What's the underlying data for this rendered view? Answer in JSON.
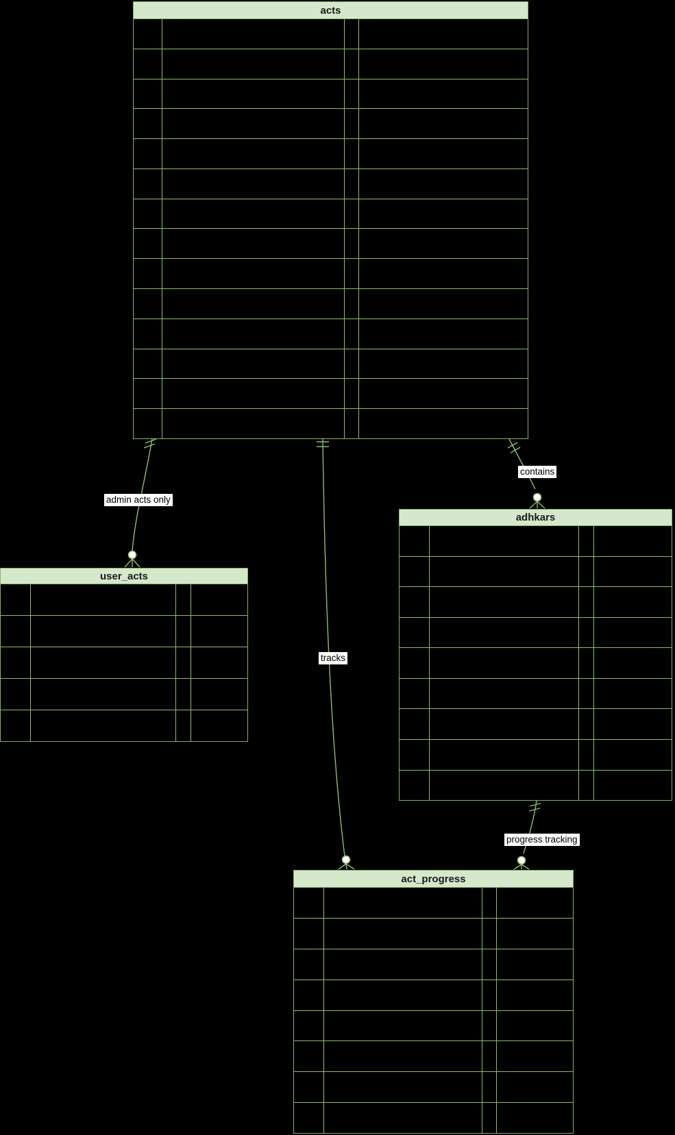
{
  "diagram": {
    "type": "entity-relationship",
    "background": "#000000",
    "colors": {
      "table_border": "#82b366",
      "grid_line": "#90bd70",
      "header_fill": "#d6e8cc",
      "relationship_line": "#90bd70",
      "label_bg": "#ffffff",
      "label_text": "#000000",
      "title_text": "#1a1a1a"
    },
    "entities": [
      {
        "id": "acts",
        "title": "acts",
        "attribute_rows": 14,
        "attribute_columns": 4
      },
      {
        "id": "user_acts",
        "title": "user_acts",
        "attribute_rows": 5,
        "attribute_columns": 4
      },
      {
        "id": "adhkars",
        "title": "adhkars",
        "attribute_rows": 9,
        "attribute_columns": 4
      },
      {
        "id": "act_progress",
        "title": "act_progress",
        "attribute_rows": 8,
        "attribute_columns": 4
      }
    ],
    "relationships": [
      {
        "label": "admin acts only",
        "from": "acts",
        "to": "user_acts",
        "from_cardinality": "exactly-one",
        "to_cardinality": "zero-or-many"
      },
      {
        "label": "contains",
        "from": "acts",
        "to": "adhkars",
        "from_cardinality": "exactly-one",
        "to_cardinality": "zero-or-many"
      },
      {
        "label": "tracks",
        "from": "acts",
        "to": "act_progress",
        "from_cardinality": "exactly-one",
        "to_cardinality": "zero-or-many"
      },
      {
        "label": "progress tracking",
        "from": "adhkars",
        "to": "act_progress",
        "from_cardinality": "exactly-one",
        "to_cardinality": "zero-or-many"
      }
    ]
  }
}
